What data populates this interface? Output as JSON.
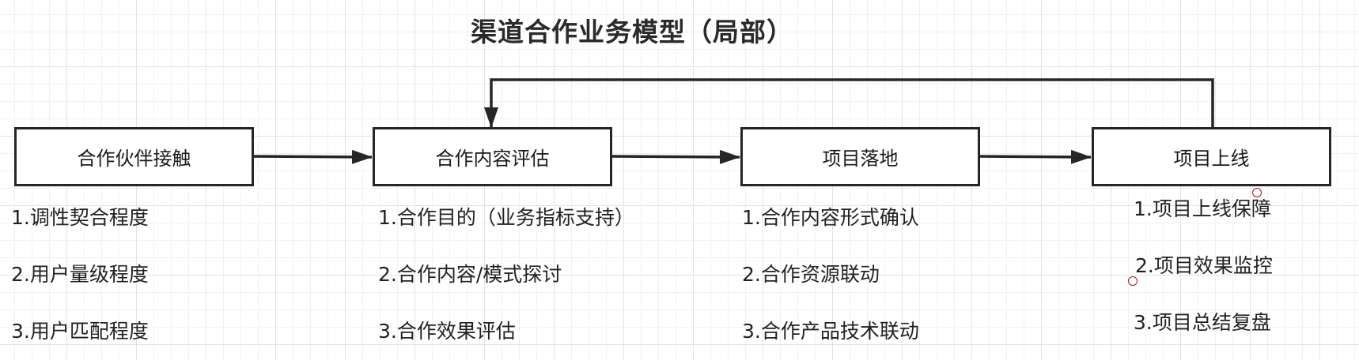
{
  "title": "渠道合作业务模型（局部）",
  "stages": [
    {
      "label": "合作伙伴接触",
      "steps": [
        "1.调性契合程度",
        "2.用户量级程度",
        "3.用户匹配程度"
      ]
    },
    {
      "label": "合作内容评估",
      "steps": [
        "1.合作目的（业务指标支持）",
        "2.合作内容/模式探讨",
        "3.合作效果评估"
      ]
    },
    {
      "label": "项目落地",
      "steps": [
        "1.合作内容形式确认",
        "2.合作资源联动",
        "3.合作产品技术联动"
      ]
    },
    {
      "label": "项目上线",
      "steps": [
        "1.项目上线保障",
        "2.项目效果监控",
        "3.项目总结复盘"
      ]
    }
  ],
  "colors": {
    "stroke": "#262626",
    "grid": "#e2e2e2",
    "handle": "#9b1c1c"
  }
}
